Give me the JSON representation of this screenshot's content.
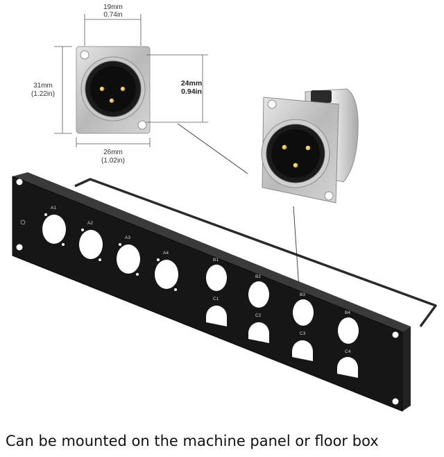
{
  "dimensions": {
    "width_mm": "19mm",
    "width_in": "0.74in",
    "height_mm": "31mm",
    "height_in": "(1.22in)",
    "hole_mm": "24mm",
    "hole_in": "0.94in",
    "base_mm": "26mm",
    "base_in": "(1.02in)"
  },
  "panel": {
    "labels": [
      "A1",
      "A2",
      "A3",
      "A4",
      "B1",
      "B2",
      "B3",
      "B4",
      "C1",
      "C2",
      "C3",
      "C4"
    ]
  },
  "caption": "Can be mounted on the machine panel or floor box"
}
